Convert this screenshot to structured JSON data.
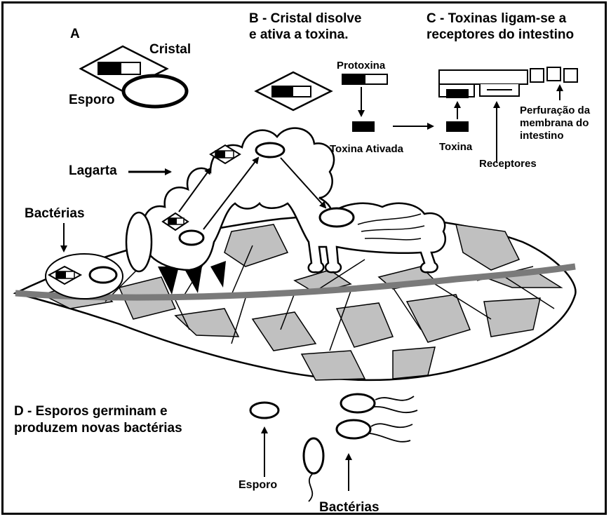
{
  "panel_a": {
    "letter": "A",
    "crystal_label": "Cristal",
    "spore_label": "Esporo",
    "caterpillar_label": "Lagarta",
    "bacteria_label": "Bactérias"
  },
  "panel_b": {
    "title_line1": "B - Cristal disolve",
    "title_line2": "e ativa a toxina.",
    "protoxin_label": "Protoxina",
    "activated_label": "Toxina Ativada"
  },
  "panel_c": {
    "title_line1": "C - Toxinas ligam-se a",
    "title_line2": "receptores do intestino",
    "toxin_label": "Toxina",
    "receptors_label": "Receptores",
    "perforation_line1": "Perfuração da",
    "perforation_line2": "membrana do",
    "perforation_line3": "intestino"
  },
  "panel_d": {
    "title_line1": "D - Esporos germinam e",
    "title_line2": "produzem novas bactérias",
    "spore_label": "Esporo",
    "bacteria_label": "Bactérias"
  },
  "colors": {
    "ink": "#000000",
    "leaf_fill": "#c0c0c0",
    "midrib": "#7a7a7a",
    "paper": "#ffffff"
  }
}
